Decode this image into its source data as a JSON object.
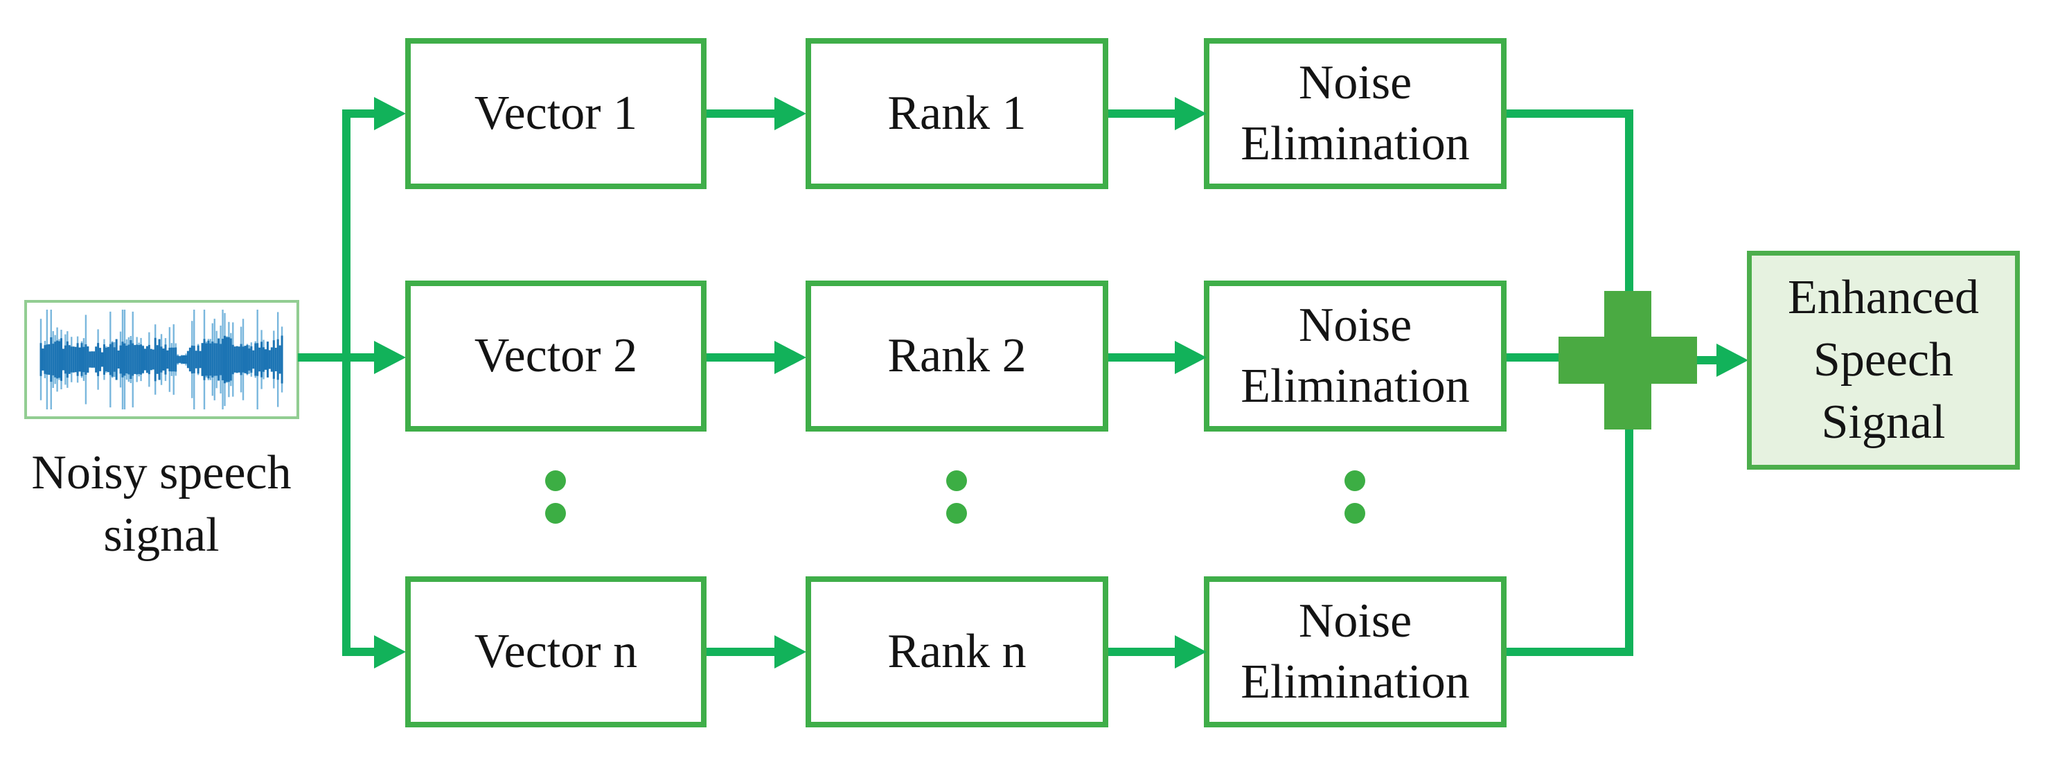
{
  "figure": {
    "title_implied": "",
    "input": {
      "label": "Noisy speech signal",
      "icon": "speech-waveform-icon"
    },
    "rows": [
      {
        "vector": "Vector 1",
        "rank": "Rank 1",
        "noise": "Noise Elimination"
      },
      {
        "vector": "Vector 2",
        "rank": "Rank 2",
        "noise": "Noise Elimination"
      },
      {
        "vector": "Vector n",
        "rank": "Rank n",
        "noise": "Noise Elimination"
      }
    ],
    "ellipsis_icon": "vertical-dots-icon",
    "sum_icon": "plus-icon",
    "output": {
      "label": "Enhanced Speech Signal"
    },
    "colors": {
      "line_green": "#12b25a",
      "border_green": "#3fae49",
      "cross_green": "#4aaa42",
      "dots_green": "#3cae44",
      "waveform_border": "#92cd92",
      "enhanced_border": "#4cae4c",
      "enhanced_fill": "#e6f2e0",
      "waveform_dark": "#1c74b4",
      "waveform_light": "#7ab7dd",
      "text": "#141414"
    }
  }
}
